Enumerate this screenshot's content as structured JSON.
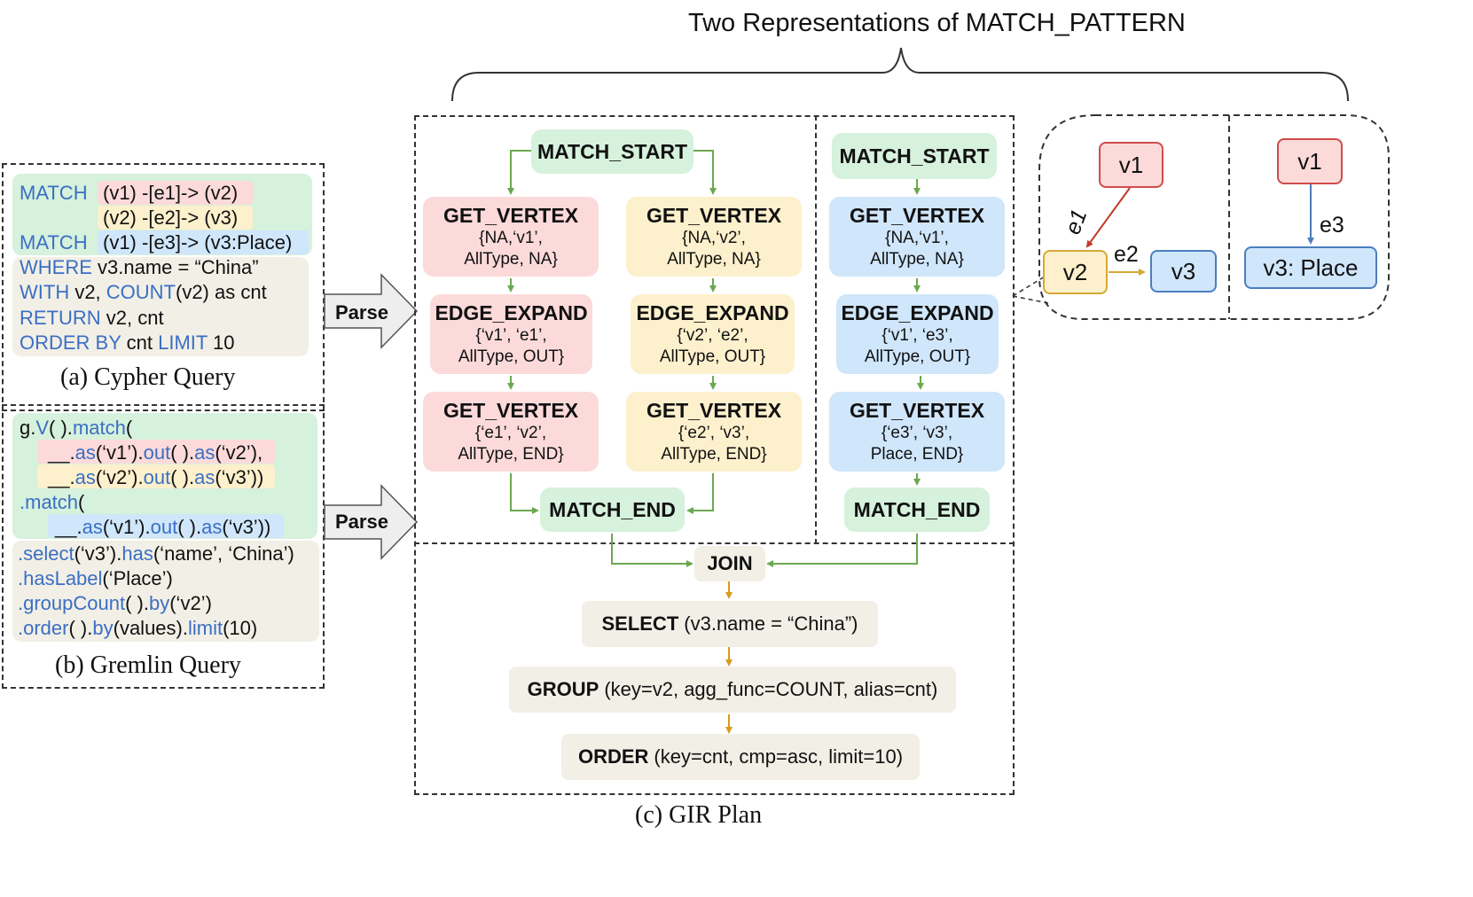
{
  "title": "Two Representations of MATCH_PATTERN",
  "cypher": {
    "caption": "(a) Cypher Query",
    "l1_kw": "MATCH",
    "l1_pat": "(v1) -[e1]-> (v2)",
    "l2_pat": "(v2) -[e2]-> (v3)",
    "l3_kw": "MATCH",
    "l3_pat": "(v1) -[e3]-> (v3:Place)",
    "l4_kw": "WHERE",
    "l4_rest": " v3.name = “China”",
    "l5_kw": "WITH",
    "l5_a": " v2, ",
    "l5_kw2": "COUNT",
    "l5_b": "(v2) as cnt",
    "l6_kw": "RETURN",
    "l6_rest": " v2, cnt",
    "l7_kw": "ORDER BY",
    "l7_a": " cnt ",
    "l7_kw2": "LIMIT",
    "l7_b": " 10"
  },
  "gremlin": {
    "caption": "(b) Gremlin Query",
    "l1_a": "g.",
    "l1_k1": "V",
    "l1_b": "( ).",
    "l1_k2": "match",
    "l1_c": "(",
    "l2_a": "__.",
    "l2_k1": "as",
    "l2_b": "(‘v1’).",
    "l2_k2": "out",
    "l2_c": "( ).",
    "l2_k3": "as",
    "l2_d": "(‘v2’),",
    "l3_a": "__.",
    "l3_k1": "as",
    "l3_b": "(‘v2’).",
    "l3_k2": "out",
    "l3_c": "( ).",
    "l3_k3": "as",
    "l3_d": "(‘v3’))",
    "l4_k1": ".match",
    "l4_a": "(",
    "l5_a": "__.",
    "l5_k1": "as",
    "l5_b": "(‘v1’).",
    "l5_k2": "out",
    "l5_c": "( ).",
    "l5_k3": "as",
    "l5_d": "(‘v3’))",
    "l6_k1": ".select",
    "l6_a": "(‘v3’).",
    "l6_k2": "has",
    "l6_b": "(‘name’, ‘China’)",
    "l7_k1": ".hasLabel",
    "l7_a": "(‘Place’)",
    "l8_k1": ".groupCount",
    "l8_a": "( ).",
    "l8_k2": "by",
    "l8_b": "(‘v2’)",
    "l9_k1": ".order",
    "l9_a": "( ).",
    "l9_k2": "by",
    "l9_b": "(values).",
    "l9_k3": "limit",
    "l9_c": "(10)"
  },
  "parse_label": "Parse",
  "plan": {
    "caption": "(c) GIR Plan",
    "match_start": "MATCH_START",
    "match_end": "MATCH_END",
    "col1": [
      {
        "t": "GET_VERTEX",
        "s1": "{NA,‘v1’,",
        "s2": "AllType, NA}"
      },
      {
        "t": "EDGE_EXPAND",
        "s1": "{‘v1’, ‘e1’,",
        "s2": "AllType, OUT}"
      },
      {
        "t": "GET_VERTEX",
        "s1": "{‘e1’, ‘v2’,",
        "s2": "AllType, END}"
      }
    ],
    "col2": [
      {
        "t": "GET_VERTEX",
        "s1": "{NA,‘v2’,",
        "s2": "AllType, NA}"
      },
      {
        "t": "EDGE_EXPAND",
        "s1": "{‘v2’, ‘e2’,",
        "s2": "AllType, OUT}"
      },
      {
        "t": "GET_VERTEX",
        "s1": "{‘e2’, ‘v3’,",
        "s2": "AllType, END}"
      }
    ],
    "col3": [
      {
        "t": "GET_VERTEX",
        "s1": "{NA,‘v1’,",
        "s2": "AllType, NA}"
      },
      {
        "t": "EDGE_EXPAND",
        "s1": "{‘v1’, ‘e3’,",
        "s2": "AllType, OUT}"
      },
      {
        "t": "GET_VERTEX",
        "s1": "{‘e3’, ‘v3’,",
        "s2": "Place, END}"
      }
    ],
    "join": "JOIN",
    "select": {
      "op": "SELECT",
      "arg": "(v3.name = “China”)"
    },
    "group": {
      "op": "GROUP",
      "arg": "(key=v2, agg_func=COUNT, alias=cnt)"
    },
    "order": {
      "op": "ORDER",
      "arg": "(key=cnt, cmp=asc, limit=10)"
    }
  },
  "pattern_graph": {
    "v1": "v1",
    "v2": "v2",
    "v3": "v3",
    "e1": "e1",
    "e2": "e2",
    "v1b": "v1",
    "e3": "e3",
    "v3place": "v3: Place"
  },
  "colors": {
    "pink": "#fcdada",
    "yellow": "#fdf0cc",
    "blue": "#cfe6fb",
    "green": "#d6f1dc",
    "beige": "#f2efe6",
    "keyword": "#3a6fc4",
    "arrow_green": "#6aa84f",
    "arrow_orange": "#d99a1c"
  }
}
